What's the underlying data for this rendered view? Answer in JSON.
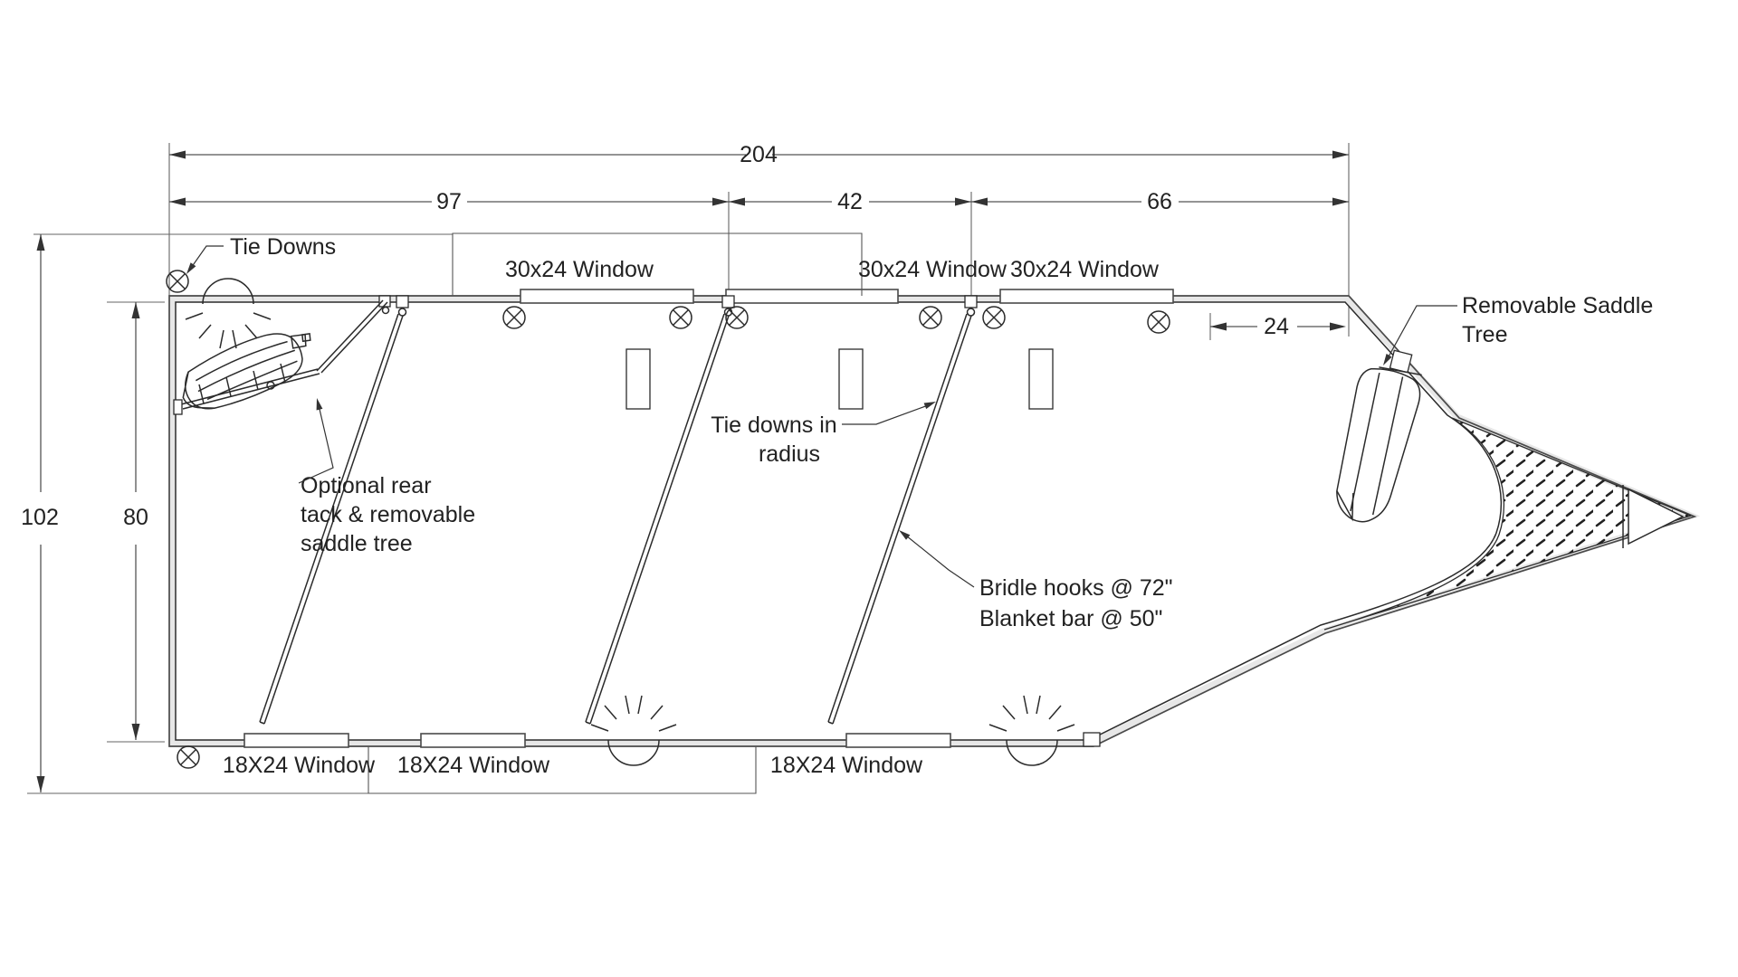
{
  "dims": {
    "overall_length": "204",
    "rear_section": "97",
    "middle_section": "42",
    "front_section": "66",
    "overall_width": "102",
    "interior_width": "80",
    "gooseneck_width": "24"
  },
  "labels": {
    "tie_downs": "Tie Downs",
    "top_windows": [
      "30x24 Window",
      "30x24 Window",
      "30x24 Window"
    ],
    "bottom_windows": [
      "18X24 Window",
      "18X24 Window",
      "18X24 Window"
    ],
    "optional_rear_tack": [
      "Optional rear",
      "tack & removable",
      "saddle tree"
    ],
    "tie_downs_in_radius": [
      "Tie downs in",
      "radius"
    ],
    "bridle_hooks": [
      "Bridle hooks @ 72\"",
      "Blanket bar @ 50\""
    ],
    "removable_saddle_tree": [
      "Removable Saddle",
      "Tree"
    ]
  }
}
